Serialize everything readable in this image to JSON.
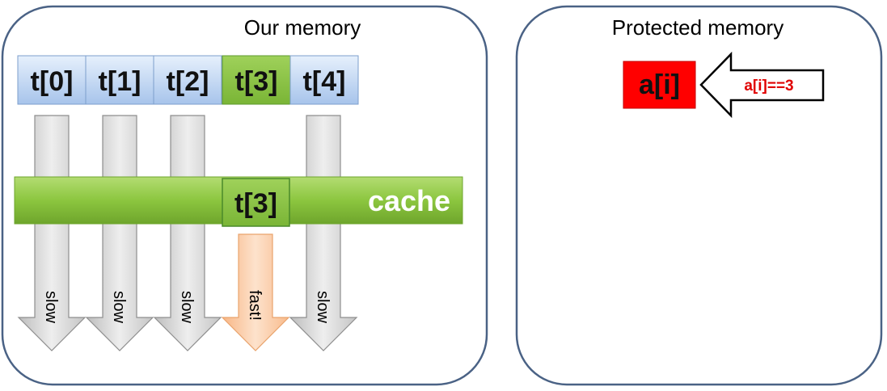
{
  "left_panel": {
    "title": "Our memory",
    "cells": [
      {
        "label": "t[0]",
        "highlight": false
      },
      {
        "label": "t[1]",
        "highlight": false
      },
      {
        "label": "t[2]",
        "highlight": false
      },
      {
        "label": "t[3]",
        "highlight": true
      },
      {
        "label": "t[4]",
        "highlight": false
      }
    ],
    "cache": {
      "label": "cache",
      "entry": "t[3]"
    },
    "arrows": [
      {
        "label": "slow",
        "kind": "slow"
      },
      {
        "label": "slow",
        "kind": "slow"
      },
      {
        "label": "slow",
        "kind": "slow"
      },
      {
        "label": "fast!",
        "kind": "fast"
      },
      {
        "label": "slow",
        "kind": "slow"
      }
    ]
  },
  "right_panel": {
    "title": "Protected memory",
    "secret": "a[i]",
    "hint": "a[i]==3"
  },
  "colors": {
    "panel_border": "#4a6285",
    "cell_blue_top": "#e3eefb",
    "cell_blue_bottom": "#a9c6ec",
    "cell_green": "#8cc63f",
    "cache_green": "#8dc63f",
    "arrow_gray": "#d4d4d4",
    "arrow_orange": "#fbc9a0",
    "secret_red": "#ff0000",
    "hint_red": "#e00000"
  }
}
